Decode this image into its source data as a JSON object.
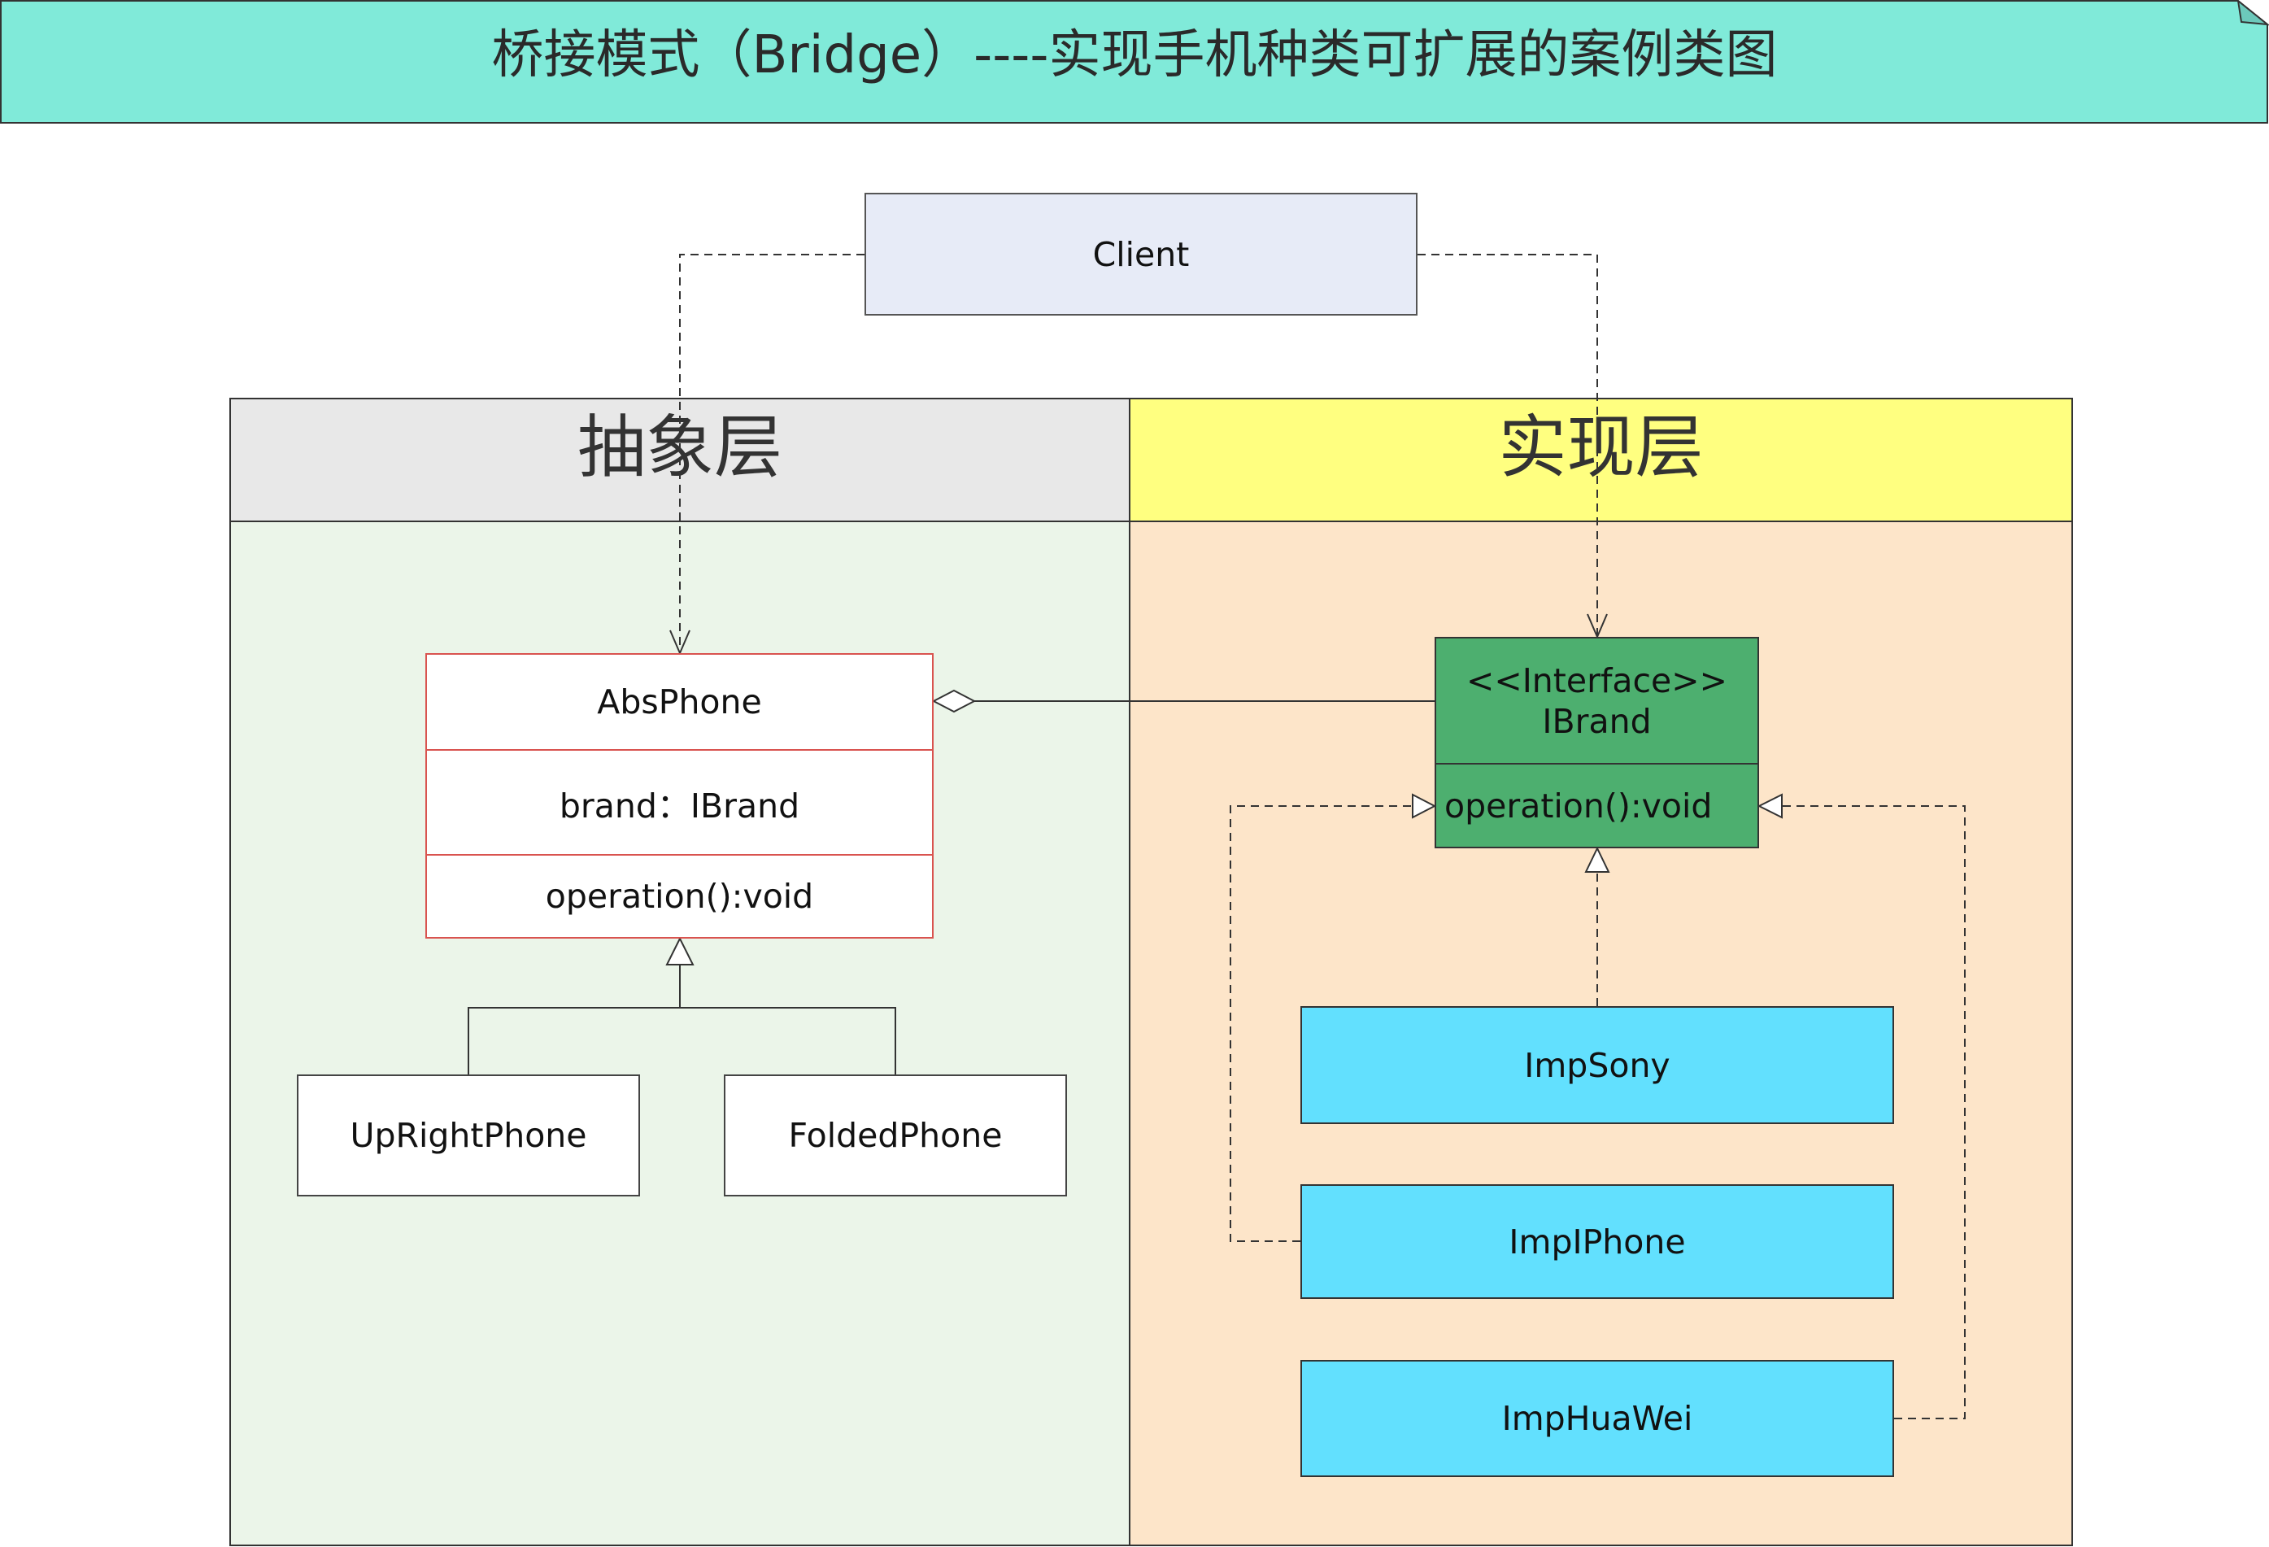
{
  "title": "桥接模式（Bridge）----实现手机种类可扩展的案例类图",
  "client": {
    "label": "Client"
  },
  "lanes": {
    "abstraction": {
      "label": "抽象层"
    },
    "implementation": {
      "label": "实现层"
    }
  },
  "abs_phone": {
    "name": "AbsPhone",
    "attribute": "brand：IBrand",
    "operation": "operation():void"
  },
  "refined_abstractions": [
    {
      "name": "UpRightPhone"
    },
    {
      "name": "FoldedPhone"
    }
  ],
  "ibrand": {
    "stereotype": "<<Interface>>",
    "name": "IBrand",
    "operation": "operation():void"
  },
  "implementors": [
    {
      "name": "ImpSony"
    },
    {
      "name": "ImpIPhone"
    },
    {
      "name": "ImpHuaWei"
    }
  ],
  "colors": {
    "title_bg": "#80EAD9",
    "client_bg": "#E7EBF7",
    "abstraction_header_bg": "#E8E8E8",
    "implementation_header_bg": "#FFFF80",
    "abstraction_body_bg": "#EBF5E9",
    "implementation_body_bg": "#FDE5C9",
    "abs_phone_border": "#D9534F",
    "interface_bg": "#4DAF6F",
    "implementor_bg": "#62E0FE"
  }
}
